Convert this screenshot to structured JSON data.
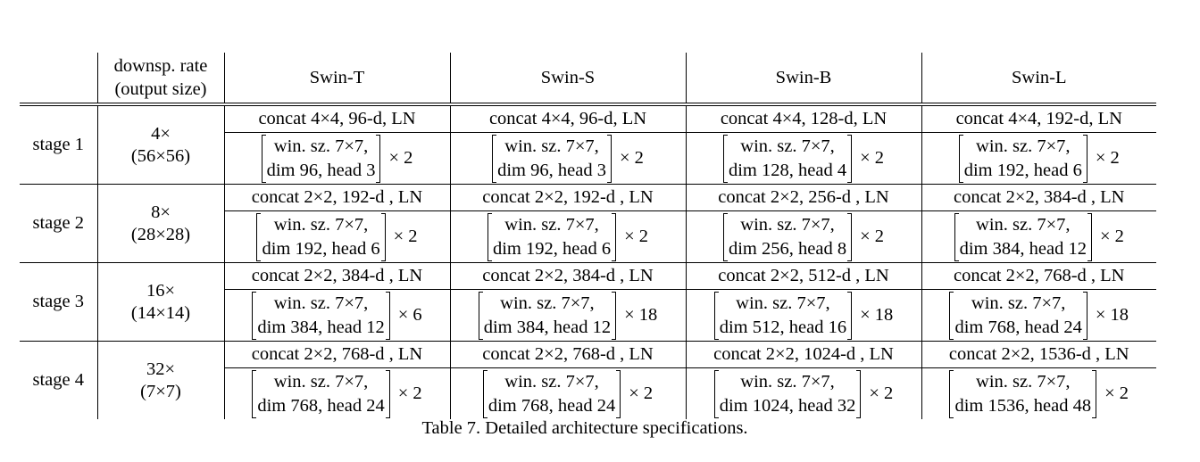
{
  "table": {
    "headers": [
      "",
      "downsp. rate (output size)",
      "Swin-T",
      "Swin-S",
      "Swin-B",
      "Swin-L"
    ],
    "header_col1_line1": "downsp. rate",
    "header_col1_line2": "(output size)",
    "stages": [
      {
        "label": "stage 1",
        "rate": "4×",
        "size": "(56×56)",
        "concat": [
          "concat 4×4, 96-d, LN",
          "concat 4×4, 96-d, LN",
          "concat 4×4, 128-d, LN",
          "concat 4×4, 192-d, LN"
        ],
        "blocks": [
          {
            "line1": "win. sz. 7×7,",
            "line2": "dim 96, head 3",
            "rep": "× 2"
          },
          {
            "line1": "win. sz. 7×7,",
            "line2": "dim 96, head 3",
            "rep": "× 2"
          },
          {
            "line1": "win. sz. 7×7,",
            "line2": "dim 128, head 4",
            "rep": "× 2"
          },
          {
            "line1": "win. sz. 7×7,",
            "line2": "dim 192, head 6",
            "rep": "× 2"
          }
        ]
      },
      {
        "label": "stage 2",
        "rate": "8×",
        "size": "(28×28)",
        "concat": [
          "concat 2×2, 192-d , LN",
          "concat 2×2, 192-d , LN",
          "concat 2×2, 256-d , LN",
          "concat 2×2, 384-d , LN"
        ],
        "blocks": [
          {
            "line1": "win. sz. 7×7,",
            "line2": "dim 192, head 6",
            "rep": "× 2"
          },
          {
            "line1": "win. sz. 7×7,",
            "line2": "dim 192, head 6",
            "rep": "× 2"
          },
          {
            "line1": "win. sz. 7×7,",
            "line2": "dim 256, head 8",
            "rep": "× 2"
          },
          {
            "line1": "win. sz. 7×7,",
            "line2": "dim 384, head 12",
            "rep": "× 2"
          }
        ]
      },
      {
        "label": "stage 3",
        "rate": "16×",
        "size": "(14×14)",
        "concat": [
          "concat 2×2, 384-d , LN",
          "concat 2×2, 384-d , LN",
          "concat 2×2, 512-d , LN",
          "concat 2×2, 768-d , LN"
        ],
        "blocks": [
          {
            "line1": "win. sz. 7×7,",
            "line2": "dim 384, head 12",
            "rep": "× 6"
          },
          {
            "line1": "win. sz. 7×7,",
            "line2": "dim 384, head 12",
            "rep": "× 18"
          },
          {
            "line1": "win. sz. 7×7,",
            "line2": "dim 512, head 16",
            "rep": "× 18"
          },
          {
            "line1": "win. sz. 7×7,",
            "line2": "dim 768, head 24",
            "rep": "× 18"
          }
        ]
      },
      {
        "label": "stage 4",
        "rate": "32×",
        "size": "(7×7)",
        "concat": [
          "concat 2×2, 768-d , LN",
          "concat 2×2, 768-d , LN",
          "concat 2×2, 1024-d , LN",
          "concat 2×2, 1536-d , LN"
        ],
        "blocks": [
          {
            "line1": "win. sz. 7×7,",
            "line2": "dim 768, head 24",
            "rep": "× 2"
          },
          {
            "line1": "win. sz. 7×7,",
            "line2": "dim 768, head 24",
            "rep": "× 2"
          },
          {
            "line1": "win. sz. 7×7,",
            "line2": "dim 1024, head 32",
            "rep": "× 2"
          },
          {
            "line1": "win. sz. 7×7,",
            "line2": "dim 1536, head 48",
            "rep": "× 2"
          }
        ]
      }
    ]
  },
  "caption": "Table 7. Detailed architecture specifications."
}
